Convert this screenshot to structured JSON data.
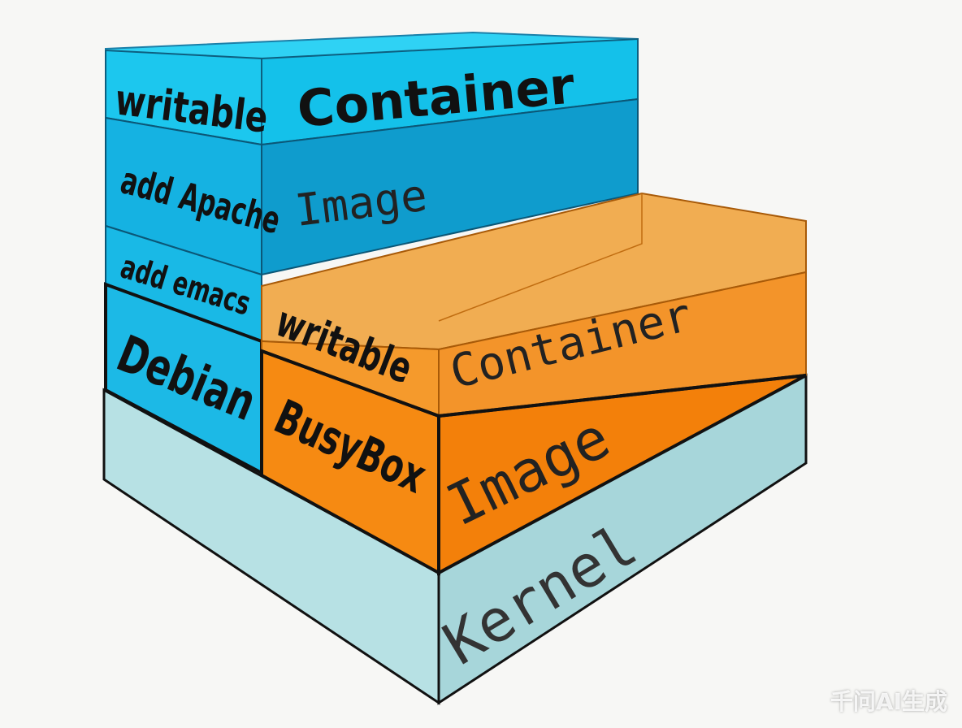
{
  "colors": {
    "blue_light": "#22c9ee",
    "blue_mid": "#12b3e0",
    "blue_dark": "#0e8dbd",
    "orange_light": "#f39a2a",
    "orange_mid": "#f58a12",
    "orange_dark": "#d06f0a",
    "kernel_light": "#b9e3e6",
    "kernel_mid": "#a9d8dc",
    "outline": "#111111"
  },
  "blue_stack": {
    "writable_label": "writable",
    "container_label": "Container",
    "apache_label": "add Apache",
    "image_label": "Image",
    "emacs_label": "add emacs",
    "debian_label": "Debian"
  },
  "orange_stack": {
    "writable_label": "writable",
    "container_label": "Container",
    "busybox_label": "BusyBox",
    "image_label": "Image"
  },
  "kernel": {
    "label": "Kernel"
  },
  "watermark": "千问AI生成"
}
